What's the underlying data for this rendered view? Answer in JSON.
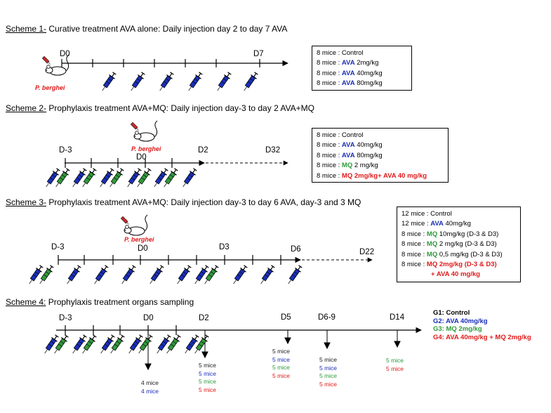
{
  "colors": {
    "blue": "#1a2fb8",
    "green": "#2f9a3a",
    "red": "#e01a1a",
    "line": "#000000"
  },
  "parasite_label": "P. berghei",
  "schemes": [
    {
      "title_prefix": "Scheme 1-",
      "title_text": " Curative treatment AVA alone: Daily injection day 2 to day 7 AVA",
      "days": [
        "D0",
        "D7"
      ],
      "groups": [
        {
          "pre": "8 mice : Control",
          "drug": "",
          "post": ""
        },
        {
          "pre": "8 mice : ",
          "drug": "AVA",
          "post": " 2mg/kg"
        },
        {
          "pre": "8 mice : ",
          "drug": "AVA",
          "post": " 40mg/kg"
        },
        {
          "pre": "8 mice : ",
          "drug": "AVA",
          "post": " 80mg/kg"
        }
      ]
    },
    {
      "title_prefix": "Scheme 2-",
      "title_text": " Prophylaxis treatment AVA+MQ: Daily injection day-3 to day 2 AVA+MQ",
      "days": [
        "D-3",
        "D0",
        "D2",
        "D32"
      ],
      "groups": [
        {
          "pre": "8 mice : Control",
          "drug": "",
          "post": ""
        },
        {
          "pre": "8 mice : ",
          "drug": "AVA",
          "post": " 40mg/kg"
        },
        {
          "pre": "8 mice : ",
          "drug": "AVA",
          "post": " 80mg/kg"
        },
        {
          "pre": "8 mice : ",
          "drug": "MQ",
          "post": " 2 mg/kg"
        },
        {
          "pre": "8 mice : ",
          "drug": "MQ 2mg/kg+ AVA 40 mg/kg",
          "post": ""
        }
      ]
    },
    {
      "title_prefix": "Scheme 3-",
      "title_text": " Prophylaxis treatment AVA+MQ: Daily injection day-3 to day 6 AVA, day-3 and 3 MQ",
      "days": [
        "D-3",
        "D0",
        "D3",
        "D6",
        "D22"
      ],
      "groups": [
        {
          "pre": "12 mice : Control",
          "drug": "",
          "post": ""
        },
        {
          "pre": "12 mice  : ",
          "drug": "AVA",
          "post": " 40mg/kg"
        },
        {
          "pre": "8 mice : ",
          "drug": "MQ",
          "post": " 10mg/kg (D-3 & D3)"
        },
        {
          "pre": "8 mice : ",
          "drug": "MQ",
          "post": " 2 mg/kg (D-3 & D3)"
        },
        {
          "pre": "8 mice : ",
          "drug": "MQ",
          "post": " 0,5 mg/kg (D-3 & D3)"
        },
        {
          "pre": "8 mice : ",
          "drug": "MQ 2mg/kg  (D-3 & D3)",
          "post": ""
        }
      ],
      "extra_line": "+ AVA 40 mg/kg"
    },
    {
      "title_prefix": "Scheme 4:",
      "title_text": " Prophylaxis treatment organs sampling",
      "days": [
        "D-3",
        "D0",
        "D2",
        "D5",
        "D6-9",
        "D14"
      ],
      "legend": [
        "G1: Control",
        "G2: AVA 40mg/kg",
        "G3: MQ 2mg/kg",
        "G4: AVA 40mg/kg + MQ 2mg/kg"
      ],
      "samples": {
        "d0": [
          "4 mice",
          "4 mice"
        ],
        "d2": [
          "5 mice",
          "5 mice",
          "5 mice",
          "5 mice"
        ],
        "d5": [
          "5 mice",
          "5 mice",
          "5 mice",
          "5 mice"
        ],
        "d69": [
          "5 mice",
          "5 mice",
          "5 mice",
          "5 mice"
        ],
        "d14": [
          "5 mice",
          "5 mice"
        ]
      }
    }
  ]
}
